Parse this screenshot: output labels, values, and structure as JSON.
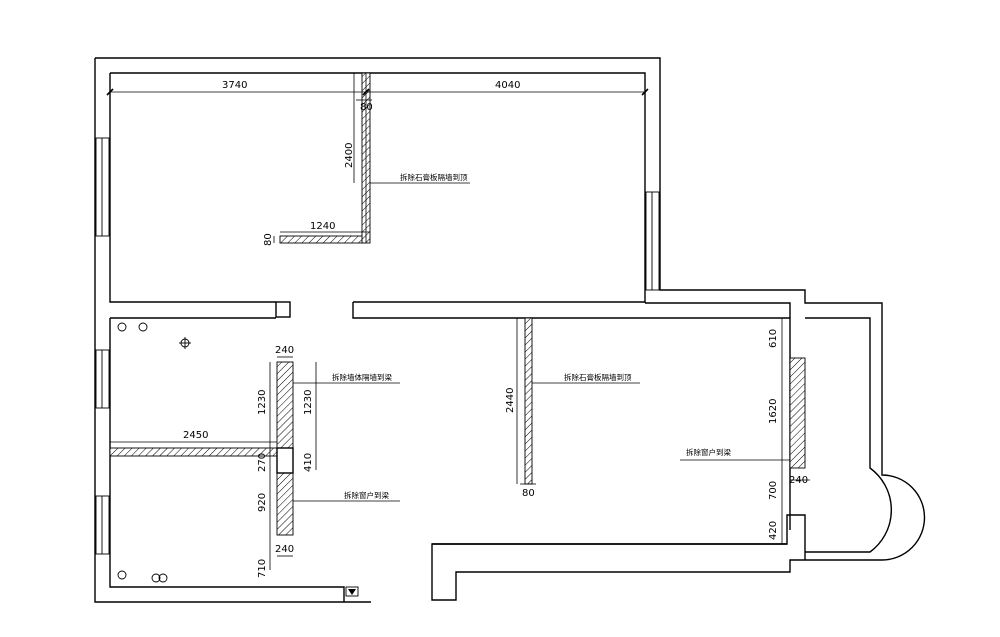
{
  "dimensions": {
    "top_left": "3740",
    "top_right": "4040",
    "wall_80_top": "80",
    "wall_2400": "2400",
    "wall_1240": "1240",
    "wall_80_left": "80",
    "lower_240_top": "240",
    "lower_1230_a": "1230",
    "lower_1230_b": "1230",
    "lower_2450": "2450",
    "lower_270": "270",
    "lower_410": "410",
    "lower_920": "920",
    "lower_240_bottom": "240",
    "lower_710": "710",
    "mid_2440": "2440",
    "mid_80": "80",
    "right_610": "610",
    "right_1620": "1620",
    "right_240": "240",
    "right_700": "700",
    "right_420": "420"
  },
  "notes": {
    "remove_gypsum_top": "拆除石膏板隔墙到顶",
    "remove_wall_beam": "拆除墙体隔墙到梁",
    "remove_window_beam_left": "拆除窗户到梁",
    "remove_gypsum_mid": "拆除石膏板隔墙到顶",
    "remove_window_beam_right": "拆除窗户到梁"
  }
}
